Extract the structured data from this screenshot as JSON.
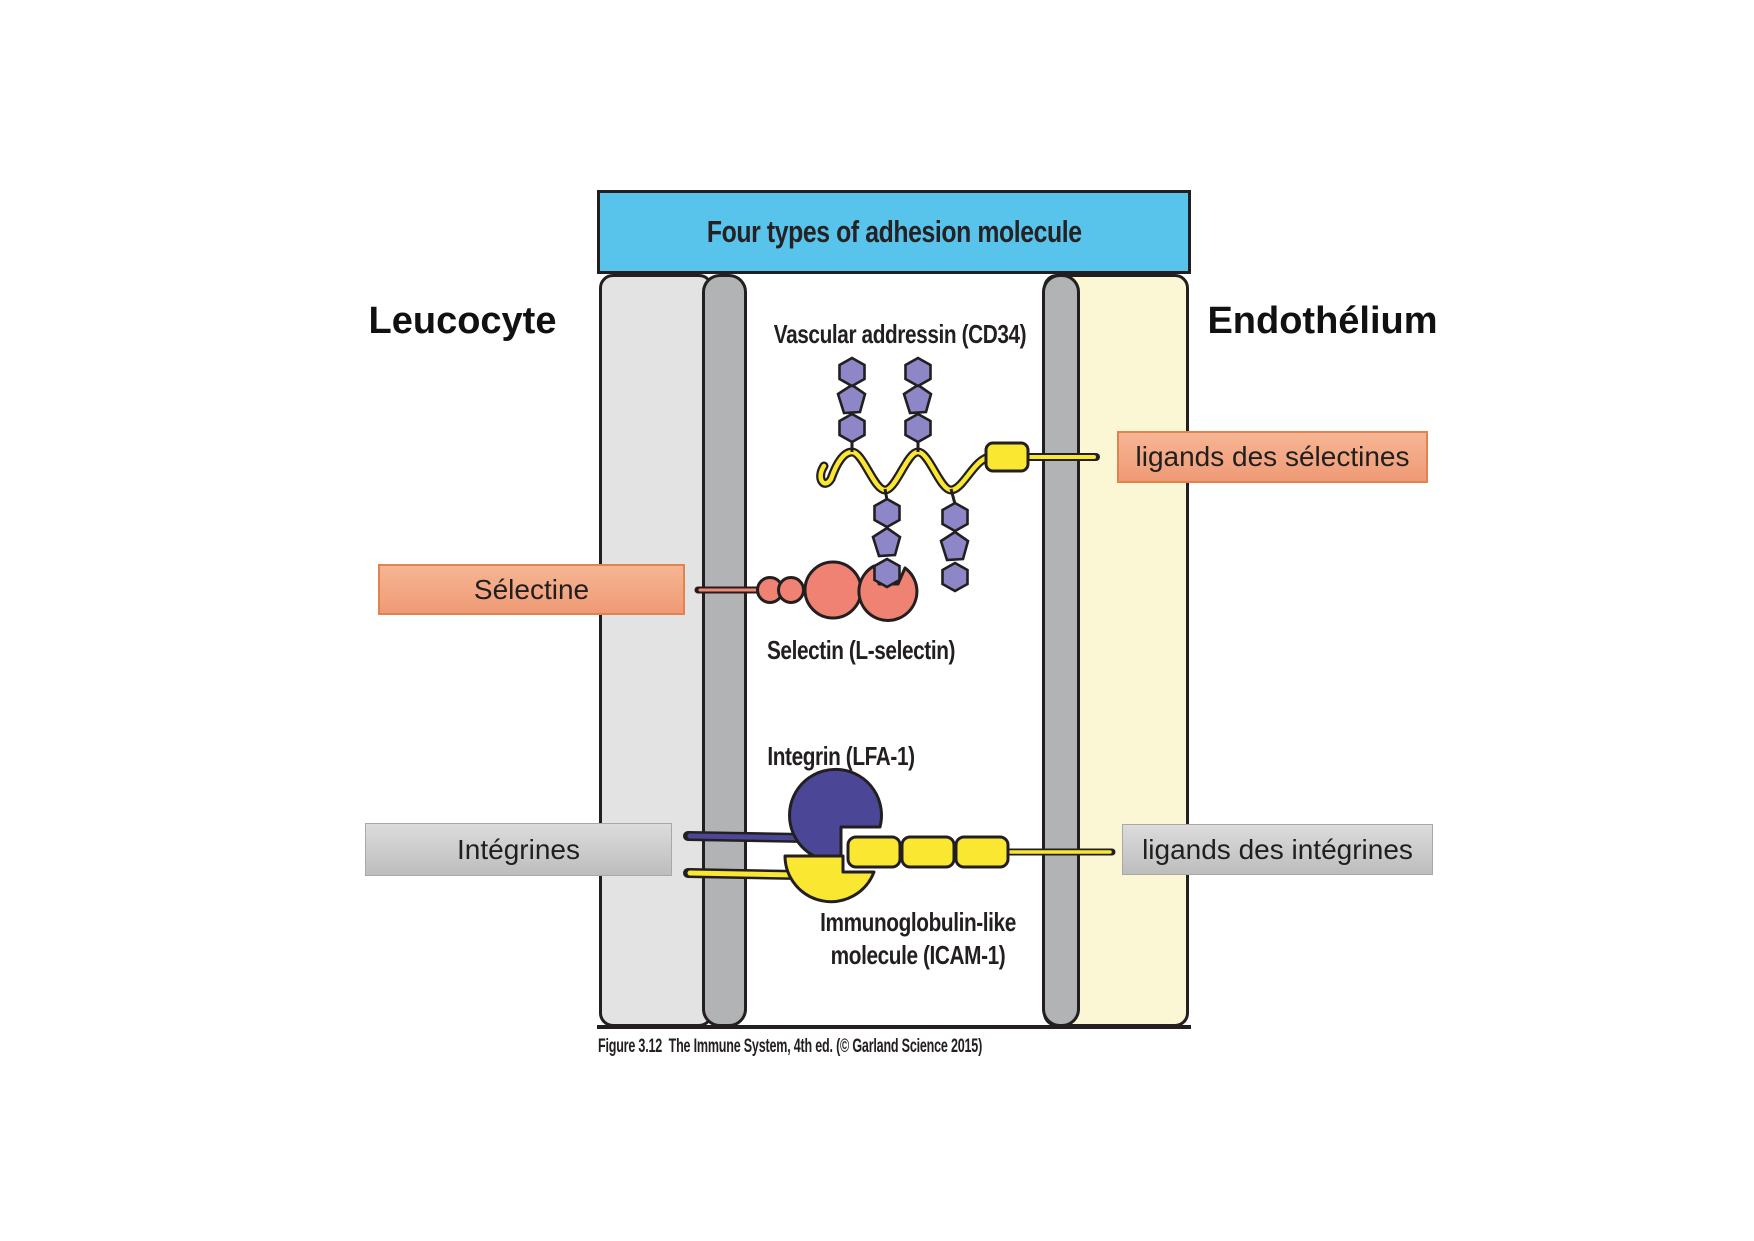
{
  "title": "Four types of adhesion molecule",
  "cells": {
    "left": "Leucocyte",
    "right": "Endothélium"
  },
  "molecule_labels": {
    "vascular_addressin": "Vascular addressin (CD34)",
    "selectin": "Selectin (L-selectin)",
    "integrin": "Integrin (LFA-1)",
    "icam_line1": "Immunoglobulin-like",
    "icam_line2": "molecule (ICAM-1)"
  },
  "callouts": {
    "selectine": "Sélectine",
    "ligands_selectines": "ligands des sélectines",
    "integrines": "Intégrines",
    "ligands_integrines": "ligands des intégrines"
  },
  "caption": "Figure 3.12  The Immune System, 4th ed. (© Garland Science 2015)",
  "colors": {
    "header_blue": "#58c4ec",
    "membrane_gray": "#b1b3b5",
    "cytoplasm_gray": "#e3e3e4",
    "endothelium_yellow": "#fbf6d3",
    "sugar_purple": "#8d87c7",
    "molecule_yellow": "#f9e731",
    "selectin_salmon": "#f08273",
    "integrin_navy": "#4c4696",
    "callout_salmon": "#f4a57f",
    "callout_gray": "#cccccc",
    "outline_dark": "#231f20"
  }
}
